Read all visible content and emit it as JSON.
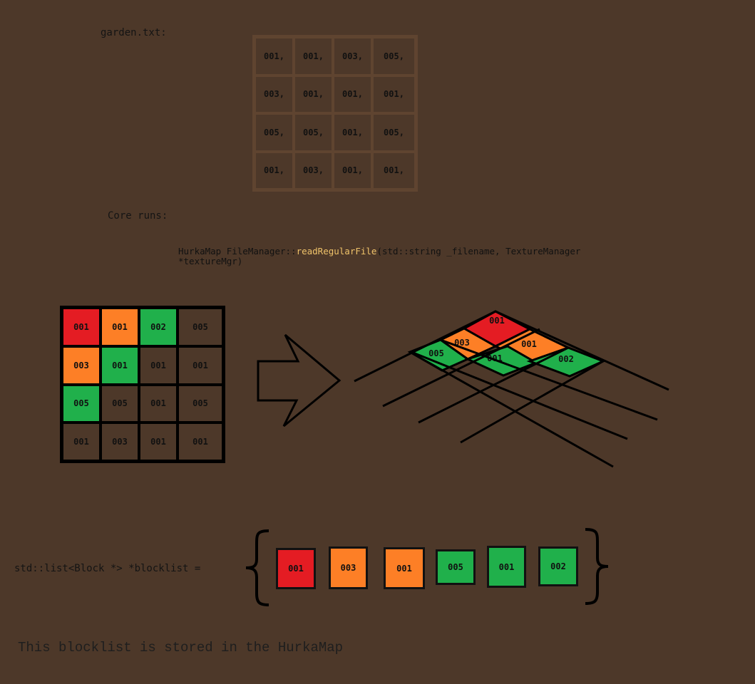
{
  "colors": {
    "background": "#4d3829",
    "red": "#e41c23",
    "orange": "#fd7f26",
    "green": "#20b04b",
    "brown": "#4d3829"
  },
  "labels": {
    "garden_file": "garden.txt:",
    "core_runs": "Core runs:",
    "code_line1_prefix": "HurkaMap FileManager::",
    "code_line1_fn": "readRegularFile",
    "code_line1_suffix": "(std::string _filename, TextureManager",
    "code_line2": "*textureMgr)",
    "blocklist_decl": "std::list<Block *> *blocklist =",
    "footer": "This blocklist is stored in the HurkaMap"
  },
  "file_grid": [
    [
      "001,",
      "001,",
      "003,",
      "005,"
    ],
    [
      "003,",
      "001,",
      "001,",
      "001,"
    ],
    [
      "005,",
      "005,",
      "001,",
      "005,"
    ],
    [
      "001,",
      "003,",
      "001,",
      "001,"
    ]
  ],
  "map_grid": [
    [
      {
        "v": "001",
        "c": "red"
      },
      {
        "v": "001",
        "c": "orange"
      },
      {
        "v": "002",
        "c": "green"
      },
      {
        "v": "005",
        "c": "brown"
      }
    ],
    [
      {
        "v": "003",
        "c": "orange"
      },
      {
        "v": "001",
        "c": "green"
      },
      {
        "v": "001",
        "c": "brown"
      },
      {
        "v": "001",
        "c": "brown"
      }
    ],
    [
      {
        "v": "005",
        "c": "green"
      },
      {
        "v": "005",
        "c": "brown"
      },
      {
        "v": "001",
        "c": "brown"
      },
      {
        "v": "005",
        "c": "brown"
      }
    ],
    [
      {
        "v": "001",
        "c": "brown"
      },
      {
        "v": "003",
        "c": "brown"
      },
      {
        "v": "001",
        "c": "brown"
      },
      {
        "v": "001",
        "c": "brown"
      }
    ]
  ],
  "iso_tiles": [
    {
      "v": "001",
      "c": "red"
    },
    {
      "v": "003",
      "c": "orange"
    },
    {
      "v": "001",
      "c": "orange"
    },
    {
      "v": "005",
      "c": "green"
    },
    {
      "v": "001",
      "c": "green"
    },
    {
      "v": "002",
      "c": "green"
    }
  ],
  "blocklist": [
    {
      "v": "001",
      "c": "red"
    },
    {
      "v": "003",
      "c": "orange"
    },
    {
      "v": "001",
      "c": "orange"
    },
    {
      "v": "005",
      "c": "green"
    },
    {
      "v": "001",
      "c": "green"
    },
    {
      "v": "002",
      "c": "green"
    }
  ]
}
